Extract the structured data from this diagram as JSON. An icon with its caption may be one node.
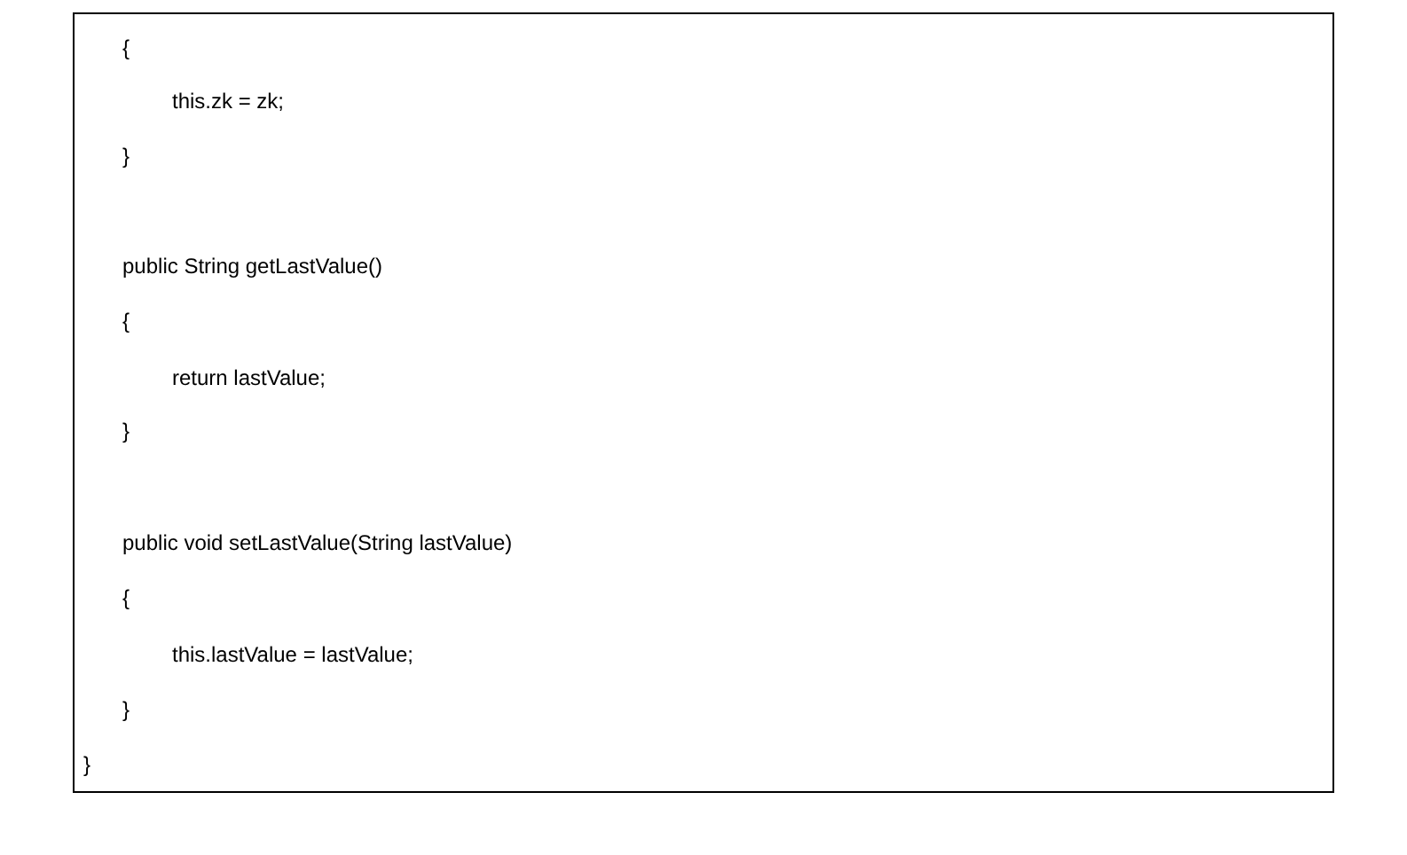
{
  "diagram": {
    "nodes": [
      {
        "text": [
          "{",
          "this.zk = zk;",
          "}",
          "public String getLastValue()",
          "{",
          "return lastValue;",
          "}",
          "public void setLastValue(String lastValue)",
          "{",
          "this.lastValue = lastValue;",
          "}",
          "}"
        ]
      }
    ]
  }
}
